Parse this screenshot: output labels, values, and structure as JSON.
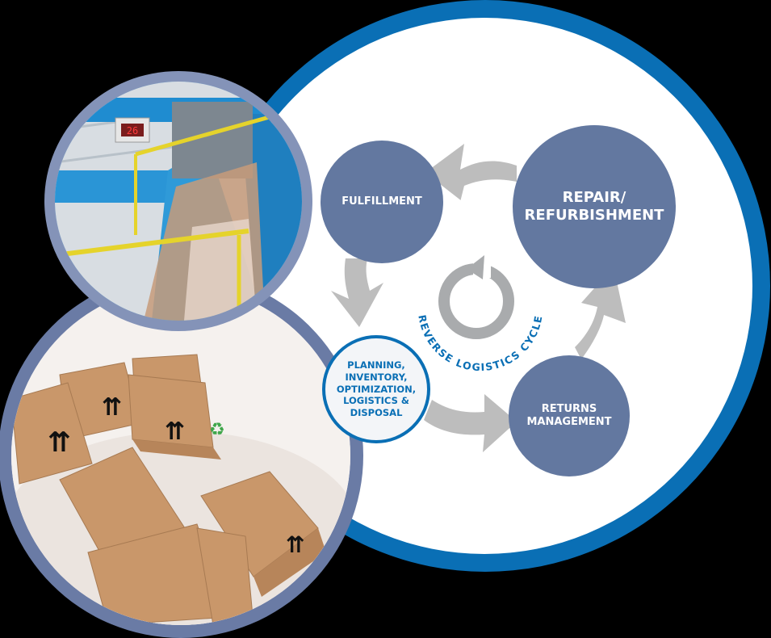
{
  "diagram": {
    "title": "REVERSE LOGISTICS CYCLE",
    "nodes": [
      {
        "id": "fulfillment",
        "lines": [
          "FULFILLMENT"
        ]
      },
      {
        "id": "repair",
        "lines": [
          "REPAIR/",
          "REFURBISHMENT"
        ]
      },
      {
        "id": "returns",
        "lines": [
          "RETURNS",
          "MANAGEMENT"
        ]
      },
      {
        "id": "planning",
        "lines": [
          "PLANNING,",
          "INVENTORY,",
          "OPTIMIZATION,",
          "LOGISTICS &",
          "DISPOSAL"
        ]
      }
    ],
    "flow": [
      "returns",
      "repair",
      "fulfillment",
      "planning",
      "returns"
    ],
    "photos": [
      {
        "subject": "conveyor belt with cardboard in warehouse",
        "display_value": "26"
      },
      {
        "subject": "scattered cardboard boxes with this-side-up and recycle symbols"
      }
    ]
  },
  "colors": {
    "outer_ring": "#0a6fb5",
    "node_fill": "#6378a0",
    "arrow_gray": "#bdbdbd",
    "accent_text": "#0a6fb5",
    "photo_ring": "#6a7ba5",
    "photo_ring_light": "#8493b8"
  }
}
